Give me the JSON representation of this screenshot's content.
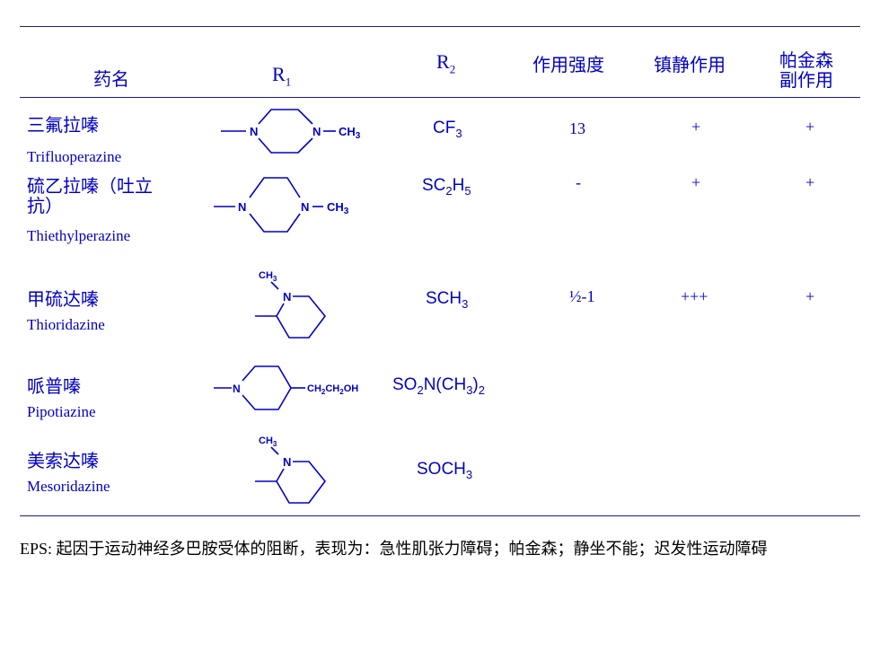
{
  "header": {
    "drug": "药名",
    "r1": "R",
    "r1_sub": "1",
    "r2": "R",
    "r2_sub": "2",
    "potency": "作用强度",
    "sedation": "镇静作用",
    "parkinson_line1": "帕金森",
    "parkinson_line2": "副作用"
  },
  "rows": [
    {
      "cn": "三氟拉嗪",
      "en": "Trifluoperazine",
      "r2_main": "CF",
      "r2_sub": "3",
      "potency": "13",
      "sedation": "+",
      "parkinson": "+",
      "r1_labels": {
        "n_left": "N",
        "n_right": "N",
        "ch3": "CH",
        "ch3_sub": "3"
      }
    },
    {
      "cn_line1": "硫乙拉嗪（吐立",
      "cn_line2": "抗）",
      "en": "Thiethylperazine",
      "r2_main": "SC",
      "r2_sub1": "2",
      "r2_mid": "H",
      "r2_sub2": "5",
      "potency": "-",
      "sedation": "+",
      "parkinson": "+",
      "r1_labels": {
        "n_left": "N",
        "n_right": "N",
        "ch3": "CH",
        "ch3_sub": "3"
      }
    },
    {
      "cn": "甲硫达嗪",
      "en": "Thioridazine",
      "r2_main": "SCH",
      "r2_sub": "3",
      "potency": "½-1",
      "sedation": "+++",
      "parkinson": "+",
      "r1_labels": {
        "n": "N",
        "ch3": "CH",
        "ch3_sub": "3"
      }
    },
    {
      "cn": "哌普嗪",
      "en": "Pipotiazine",
      "r2_a": "SO",
      "r2_a_sub": "2",
      "r2_b": "N(CH",
      "r2_b_sub": "3",
      "r2_c": ")",
      "r2_c_sub": "2",
      "r1_labels": {
        "n": "N",
        "chain_a": "CH",
        "chain_a_sub": "2",
        "chain_b": "CH",
        "chain_b_sub": "2",
        "chain_c": "OH"
      }
    },
    {
      "cn": "美索达嗪",
      "en": "Mesoridazine",
      "r2_main": "SOCH",
      "r2_sub": "3",
      "r1_labels": {
        "n": "N",
        "ch3": "CH",
        "ch3_sub": "3"
      }
    }
  ],
  "footer": "EPS: 起因于运动神经多巴胺受体的阻断，表现为：急性肌张力障碍；帕金森；静坐不能；迟发性运动障碍",
  "colors": {
    "text_blue": "#0000c8",
    "rule": "#1a1a9c"
  }
}
